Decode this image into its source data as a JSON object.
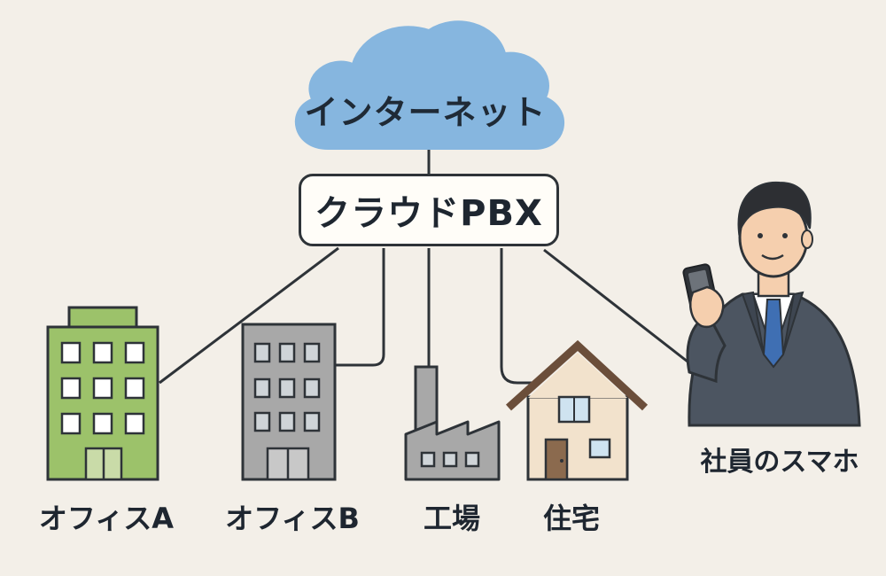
{
  "diagram": {
    "internet_label": "インターネット",
    "pbx_label": "クラウドPBX",
    "nodes": {
      "office_a": "オフィスA",
      "office_b": "オフィスB",
      "factory": "工場",
      "house": "住宅",
      "employee_phone": "社員のスマホ"
    }
  },
  "colors": {
    "background": "#f3efe8",
    "cloud": "#86b6df",
    "office_a": "#9cc26a",
    "office_b": "#a8a8a8",
    "house_wall": "#f2e2cc",
    "house_roof": "#6b4e3a",
    "line": "#2e3338"
  },
  "icons": [
    "cloud-icon",
    "office-a-building-icon",
    "office-b-building-icon",
    "factory-icon",
    "house-icon",
    "employee-with-smartphone-icon"
  ]
}
